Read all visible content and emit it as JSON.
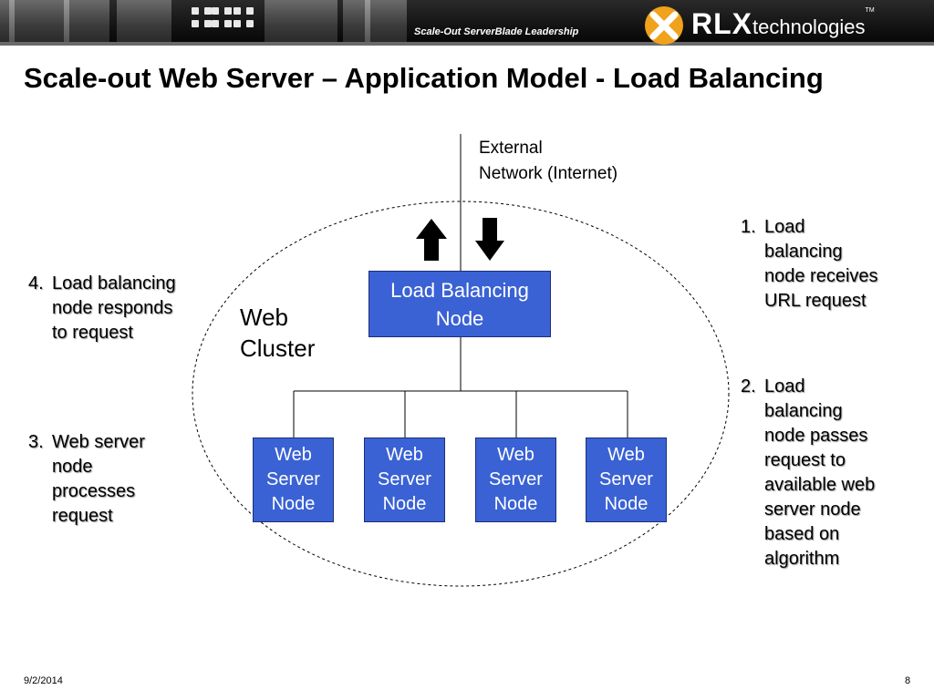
{
  "header": {
    "tagline": "Scale-Out ServerBlade Leadership",
    "logo": {
      "brand": "RLX",
      "suffix": "technologies",
      "trademark": "TM",
      "mark_color": "#f0a21c"
    },
    "background_color": "#141414"
  },
  "title": "Scale-out Web Server – Application Model - Load Balancing",
  "diagram": {
    "external_network": {
      "line1": "External",
      "line2": "Network (Internet)"
    },
    "cluster_label": {
      "line1": "Web",
      "line2": "Cluster"
    },
    "load_balancer": {
      "line1": "Load Balancing",
      "line2": "Node"
    },
    "web_servers": [
      {
        "line1": "Web",
        "line2": "Server",
        "line3": "Node"
      },
      {
        "line1": "Web",
        "line2": "Server",
        "line3": "Node"
      },
      {
        "line1": "Web",
        "line2": "Server",
        "line3": "Node"
      },
      {
        "line1": "Web",
        "line2": "Server",
        "line3": "Node"
      }
    ],
    "arrows": [
      "arrow-up-icon",
      "arrow-down-icon"
    ],
    "node_color": "#3a62d4"
  },
  "notes": {
    "step1": {
      "number": "1.",
      "lines": [
        "Load",
        "balancing",
        "node receives",
        "URL request"
      ]
    },
    "step2": {
      "number": "2.",
      "lines": [
        "Load",
        "balancing",
        "node passes",
        "request to",
        "available web",
        "server node",
        "based on",
        "algorithm"
      ]
    },
    "step3": {
      "number": "3.",
      "lines": [
        "Web server",
        "node",
        "processes",
        "request"
      ]
    },
    "step4": {
      "number": "4.",
      "lines": [
        "Load balancing",
        "node responds",
        "to request"
      ]
    }
  },
  "footer": {
    "date": "9/2/2014",
    "page": "8"
  }
}
